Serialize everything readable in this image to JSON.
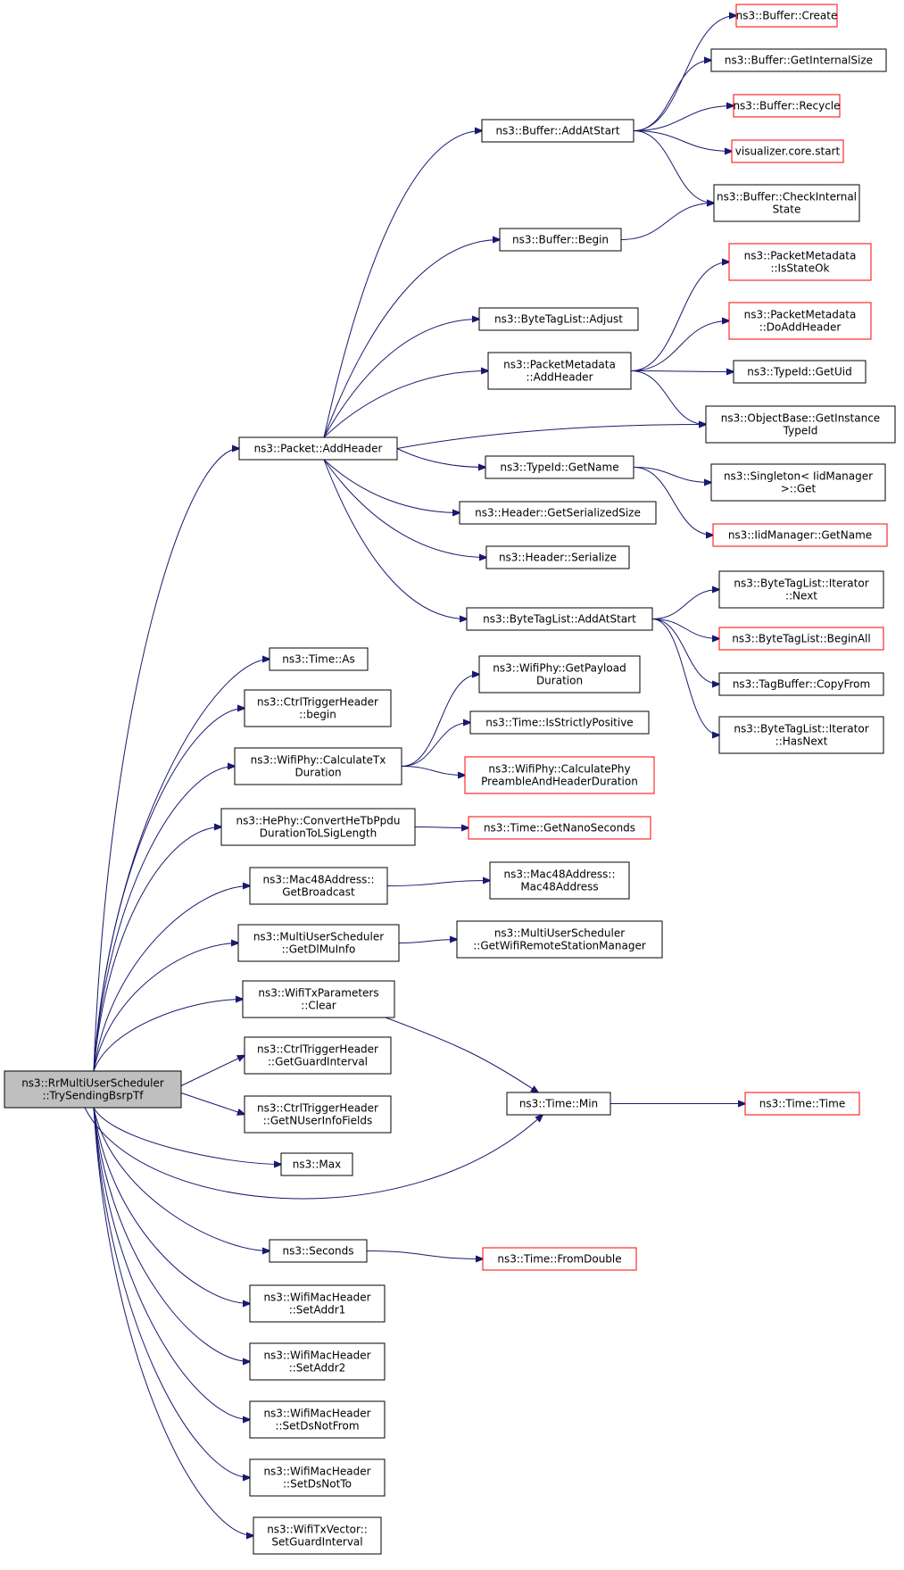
{
  "nodes": [
    {
      "id": "root",
      "lines": [
        "ns3::RrMultiUserScheduler",
        "::TrySendingBsrpTf"
      ],
      "style": "root"
    },
    {
      "id": "packet-addheader",
      "lines": [
        "ns3::Packet::AddHeader"
      ],
      "style": "normal"
    },
    {
      "id": "time-as",
      "lines": [
        "ns3::Time::As"
      ],
      "style": "normal"
    },
    {
      "id": "ctrltrigger-begin",
      "lines": [
        "ns3::CtrlTriggerHeader",
        "::begin"
      ],
      "style": "normal"
    },
    {
      "id": "wifiphy-calctx",
      "lines": [
        "ns3::WifiPhy::CalculateTx",
        "Duration"
      ],
      "style": "normal"
    },
    {
      "id": "hephy-convert",
      "lines": [
        "ns3::HePhy::ConvertHeTbPpdu",
        "DurationToLSigLength"
      ],
      "style": "normal"
    },
    {
      "id": "mac48-getbroadcast",
      "lines": [
        "ns3::Mac48Address::",
        "GetBroadcast"
      ],
      "style": "normal"
    },
    {
      "id": "mus-getdlmuinfo",
      "lines": [
        "ns3::MultiUserScheduler",
        "::GetDlMuInfo"
      ],
      "style": "normal"
    },
    {
      "id": "wifitxparams-clear",
      "lines": [
        "ns3::WifiTxParameters",
        "::Clear"
      ],
      "style": "normal"
    },
    {
      "id": "ctrltrigger-getguard",
      "lines": [
        "ns3::CtrlTriggerHeader",
        "::GetGuardInterval"
      ],
      "style": "normal"
    },
    {
      "id": "ctrltrigger-getnuser",
      "lines": [
        "ns3::CtrlTriggerHeader",
        "::GetNUserInfoFields"
      ],
      "style": "normal"
    },
    {
      "id": "max",
      "lines": [
        "ns3::Max"
      ],
      "style": "normal"
    },
    {
      "id": "seconds",
      "lines": [
        "ns3::Seconds"
      ],
      "style": "normal"
    },
    {
      "id": "wifimac-setaddr1",
      "lines": [
        "ns3::WifiMacHeader",
        "::SetAddr1"
      ],
      "style": "normal"
    },
    {
      "id": "wifimac-setaddr2",
      "lines": [
        "ns3::WifiMacHeader",
        "::SetAddr2"
      ],
      "style": "normal"
    },
    {
      "id": "wifimac-setdsnotfrom",
      "lines": [
        "ns3::WifiMacHeader",
        "::SetDsNotFrom"
      ],
      "style": "normal"
    },
    {
      "id": "wifimac-setdsnotto",
      "lines": [
        "ns3::WifiMacHeader",
        "::SetDsNotTo"
      ],
      "style": "normal"
    },
    {
      "id": "wifitxvector-setguard",
      "lines": [
        "ns3::WifiTxVector::",
        "SetGuardInterval"
      ],
      "style": "normal"
    },
    {
      "id": "buffer-addatstart",
      "lines": [
        "ns3::Buffer::AddAtStart"
      ],
      "style": "normal"
    },
    {
      "id": "buffer-begin",
      "lines": [
        "ns3::Buffer::Begin"
      ],
      "style": "normal"
    },
    {
      "id": "bytetaglist-adjust",
      "lines": [
        "ns3::ByteTagList::Adjust"
      ],
      "style": "normal"
    },
    {
      "id": "packetmeta-addheader",
      "lines": [
        "ns3::PacketMetadata",
        "::AddHeader"
      ],
      "style": "normal"
    },
    {
      "id": "typeid-getname",
      "lines": [
        "ns3::TypeId::GetName"
      ],
      "style": "normal"
    },
    {
      "id": "header-getserializedsize",
      "lines": [
        "ns3::Header::GetSerializedSize"
      ],
      "style": "normal"
    },
    {
      "id": "header-serialize",
      "lines": [
        "ns3::Header::Serialize"
      ],
      "style": "normal"
    },
    {
      "id": "bytetaglist-addatstart",
      "lines": [
        "ns3::ByteTagList::AddAtStart"
      ],
      "style": "normal"
    },
    {
      "id": "wifiphy-getpayload",
      "lines": [
        "ns3::WifiPhy::GetPayload",
        "Duration"
      ],
      "style": "normal"
    },
    {
      "id": "time-isstrictlypositive",
      "lines": [
        "ns3::Time::IsStrictlyPositive"
      ],
      "style": "normal"
    },
    {
      "id": "wifiphy-calcphypreamble",
      "lines": [
        "ns3::WifiPhy::CalculatePhy",
        "PreambleAndHeaderDuration"
      ],
      "style": "undoc"
    },
    {
      "id": "time-getnanoseconds",
      "lines": [
        "ns3::Time::GetNanoSeconds"
      ],
      "style": "undoc"
    },
    {
      "id": "mac48-ctor",
      "lines": [
        "ns3::Mac48Address::",
        "Mac48Address"
      ],
      "style": "normal"
    },
    {
      "id": "mus-getwifiremote",
      "lines": [
        "ns3::MultiUserScheduler",
        "::GetWifiRemoteStationManager"
      ],
      "style": "normal"
    },
    {
      "id": "time-min",
      "lines": [
        "ns3::Time::Min"
      ],
      "style": "normal"
    },
    {
      "id": "time-fromdouble",
      "lines": [
        "ns3::Time::FromDouble"
      ],
      "style": "undoc"
    },
    {
      "id": "buffer-create",
      "lines": [
        "ns3::Buffer::Create"
      ],
      "style": "undoc"
    },
    {
      "id": "buffer-getinternalsize",
      "lines": [
        "ns3::Buffer::GetInternalSize"
      ],
      "style": "normal"
    },
    {
      "id": "buffer-recycle",
      "lines": [
        "ns3::Buffer::Recycle"
      ],
      "style": "undoc"
    },
    {
      "id": "visualizer-start",
      "lines": [
        "visualizer.core.start"
      ],
      "style": "undoc"
    },
    {
      "id": "buffer-checkinternal",
      "lines": [
        "ns3::Buffer::CheckInternal",
        "State"
      ],
      "style": "normal"
    },
    {
      "id": "packetmeta-isstateok",
      "lines": [
        "ns3::PacketMetadata",
        "::IsStateOk"
      ],
      "style": "undoc"
    },
    {
      "id": "packetmeta-doaddheader",
      "lines": [
        "ns3::PacketMetadata",
        "::DoAddHeader"
      ],
      "style": "undoc"
    },
    {
      "id": "typeid-getuid",
      "lines": [
        "ns3::TypeId::GetUid"
      ],
      "style": "normal"
    },
    {
      "id": "objectbase-getinstance",
      "lines": [
        "ns3::ObjectBase::GetInstance",
        "TypeId"
      ],
      "style": "normal"
    },
    {
      "id": "singleton-get",
      "lines": [
        "ns3::Singleton< IidManager",
        ">::Get"
      ],
      "style": "normal"
    },
    {
      "id": "iidmanager-getname",
      "lines": [
        "ns3::IidManager::GetName"
      ],
      "style": "undoc"
    },
    {
      "id": "bytetaglist-iter-next",
      "lines": [
        "ns3::ByteTagList::Iterator",
        "::Next"
      ],
      "style": "normal"
    },
    {
      "id": "bytetaglist-beginall",
      "lines": [
        "ns3::ByteTagList::BeginAll"
      ],
      "style": "undoc"
    },
    {
      "id": "tagbuffer-copyfrom",
      "lines": [
        "ns3::TagBuffer::CopyFrom"
      ],
      "style": "normal"
    },
    {
      "id": "bytetaglist-iter-hasnext",
      "lines": [
        "ns3::ByteTagList::Iterator",
        "::HasNext"
      ],
      "style": "normal"
    },
    {
      "id": "time-time",
      "lines": [
        "ns3::Time::Time"
      ],
      "style": "undoc"
    }
  ],
  "edges": [
    [
      "root",
      "packet-addheader"
    ],
    [
      "root",
      "time-as"
    ],
    [
      "root",
      "ctrltrigger-begin"
    ],
    [
      "root",
      "wifiphy-calctx"
    ],
    [
      "root",
      "hephy-convert"
    ],
    [
      "root",
      "mac48-getbroadcast"
    ],
    [
      "root",
      "mus-getdlmuinfo"
    ],
    [
      "root",
      "wifitxparams-clear"
    ],
    [
      "root",
      "ctrltrigger-getguard"
    ],
    [
      "root",
      "ctrltrigger-getnuser"
    ],
    [
      "root",
      "max"
    ],
    [
      "root",
      "time-min"
    ],
    [
      "root",
      "seconds"
    ],
    [
      "root",
      "wifimac-setaddr1"
    ],
    [
      "root",
      "wifimac-setaddr2"
    ],
    [
      "root",
      "wifimac-setdsnotfrom"
    ],
    [
      "root",
      "wifimac-setdsnotto"
    ],
    [
      "root",
      "wifitxvector-setguard"
    ],
    [
      "packet-addheader",
      "buffer-addatstart"
    ],
    [
      "packet-addheader",
      "buffer-begin"
    ],
    [
      "packet-addheader",
      "bytetaglist-adjust"
    ],
    [
      "packet-addheader",
      "packetmeta-addheader"
    ],
    [
      "packet-addheader",
      "objectbase-getinstance"
    ],
    [
      "packet-addheader",
      "typeid-getname"
    ],
    [
      "packet-addheader",
      "header-getserializedsize"
    ],
    [
      "packet-addheader",
      "header-serialize"
    ],
    [
      "packet-addheader",
      "bytetaglist-addatstart"
    ],
    [
      "buffer-addatstart",
      "buffer-create"
    ],
    [
      "buffer-addatstart",
      "buffer-getinternalsize"
    ],
    [
      "buffer-addatstart",
      "buffer-recycle"
    ],
    [
      "buffer-addatstart",
      "visualizer-start"
    ],
    [
      "buffer-addatstart",
      "buffer-checkinternal"
    ],
    [
      "buffer-begin",
      "buffer-checkinternal"
    ],
    [
      "packetmeta-addheader",
      "packetmeta-isstateok"
    ],
    [
      "packetmeta-addheader",
      "packetmeta-doaddheader"
    ],
    [
      "packetmeta-addheader",
      "typeid-getuid"
    ],
    [
      "packetmeta-addheader",
      "objectbase-getinstance"
    ],
    [
      "typeid-getname",
      "singleton-get"
    ],
    [
      "typeid-getname",
      "iidmanager-getname"
    ],
    [
      "bytetaglist-addatstart",
      "bytetaglist-iter-next"
    ],
    [
      "bytetaglist-addatstart",
      "bytetaglist-beginall"
    ],
    [
      "bytetaglist-addatstart",
      "tagbuffer-copyfrom"
    ],
    [
      "bytetaglist-addatstart",
      "bytetaglist-iter-hasnext"
    ],
    [
      "wifiphy-calctx",
      "wifiphy-getpayload"
    ],
    [
      "wifiphy-calctx",
      "time-isstrictlypositive"
    ],
    [
      "wifiphy-calctx",
      "wifiphy-calcphypreamble"
    ],
    [
      "hephy-convert",
      "time-getnanoseconds"
    ],
    [
      "mac48-getbroadcast",
      "mac48-ctor"
    ],
    [
      "mus-getdlmuinfo",
      "mus-getwifiremote"
    ],
    [
      "wifitxparams-clear",
      "time-min"
    ],
    [
      "time-min",
      "time-time"
    ],
    [
      "seconds",
      "time-fromdouble"
    ]
  ],
  "colors": {
    "edge": "#191970",
    "normal_border": "#000000",
    "undoc_border": "#ff0000",
    "root_fill": "#bfbfbf",
    "background": "#ffffff"
  }
}
